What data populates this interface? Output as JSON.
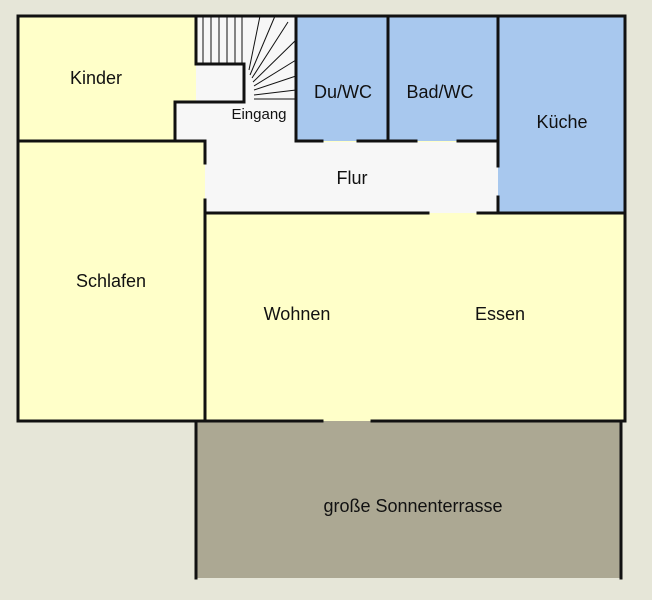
{
  "colors": {
    "background": "#e6e6d8",
    "living_room": "#ffffc9",
    "wet_room": "#a8c8ee",
    "hallway": "#f7f7f7",
    "terrace": "#aca893",
    "wall": "#111111"
  },
  "rooms": {
    "kinder": "Kinder",
    "eingang": "Eingang",
    "du_wc": "Du/WC",
    "bad_wc": "Bad/WC",
    "kueche": "Küche",
    "flur": "Flur",
    "schlafen": "Schlafen",
    "wohnen": "Wohnen",
    "essen": "Essen",
    "terrasse": "große Sonnenterrasse"
  }
}
